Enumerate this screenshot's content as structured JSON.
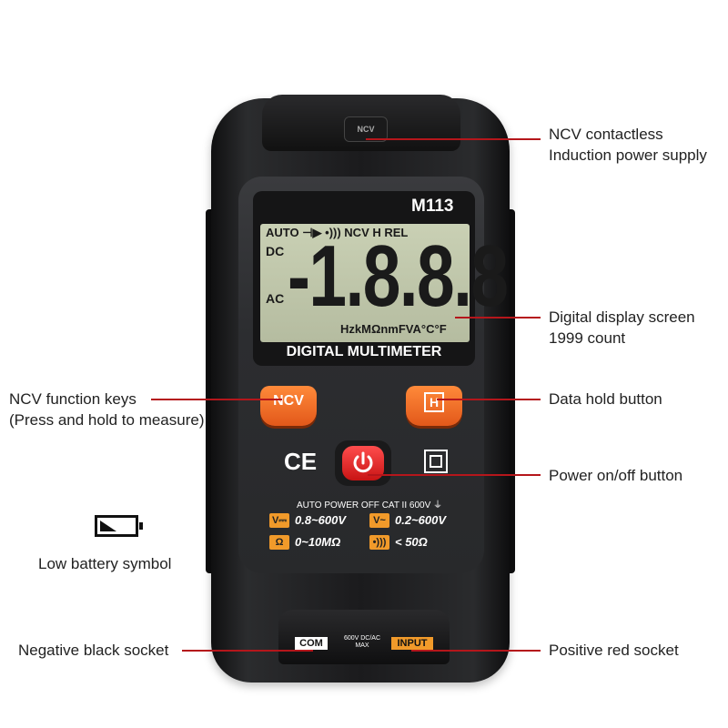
{
  "callouts": {
    "ncv_line1": "NCV contactless",
    "ncv_line2": "Induction power supply",
    "display_line1": "Digital display screen",
    "display_line2": "1999 count",
    "hold": "Data hold button",
    "ncv_keys_line1": "NCV function keys",
    "ncv_keys_line2": "(Press and hold to measure)",
    "power": "Power on/off button",
    "low_battery": "Low battery symbol",
    "negative": "Negative black socket",
    "positive": "Positive red socket"
  },
  "device": {
    "model": "M113",
    "brand_text": "DIGITAL MULTIMETER",
    "top_slot": "NCV",
    "lcd": {
      "top_row": "AUTO ⊣▶ •))) NCV H REL",
      "dc": "DC",
      "ac": "AC",
      "digits": "-1.8.8.8",
      "units": "HzkMΩnmFVA°C°F"
    },
    "buttons": {
      "ncv": "NCV",
      "hold": "H"
    },
    "ce_mark": "CE",
    "spec_line": "AUTO POWER OFF CAT II 600V ⏚",
    "specs": [
      {
        "icon": "V⎓",
        "text": "0.8~600V"
      },
      {
        "icon": "V~",
        "text": "0.2~600V"
      },
      {
        "icon": "Ω",
        "text": "0~10MΩ"
      },
      {
        "icon": "•)))",
        "text": "< 50Ω"
      }
    ],
    "sockets": {
      "com": "COM",
      "max": "600V DC/AC MAX",
      "input": "INPUT"
    }
  },
  "colors": {
    "accent": "#b5161b",
    "orange": "#f19a2a",
    "power_red": "#d81d1d"
  }
}
